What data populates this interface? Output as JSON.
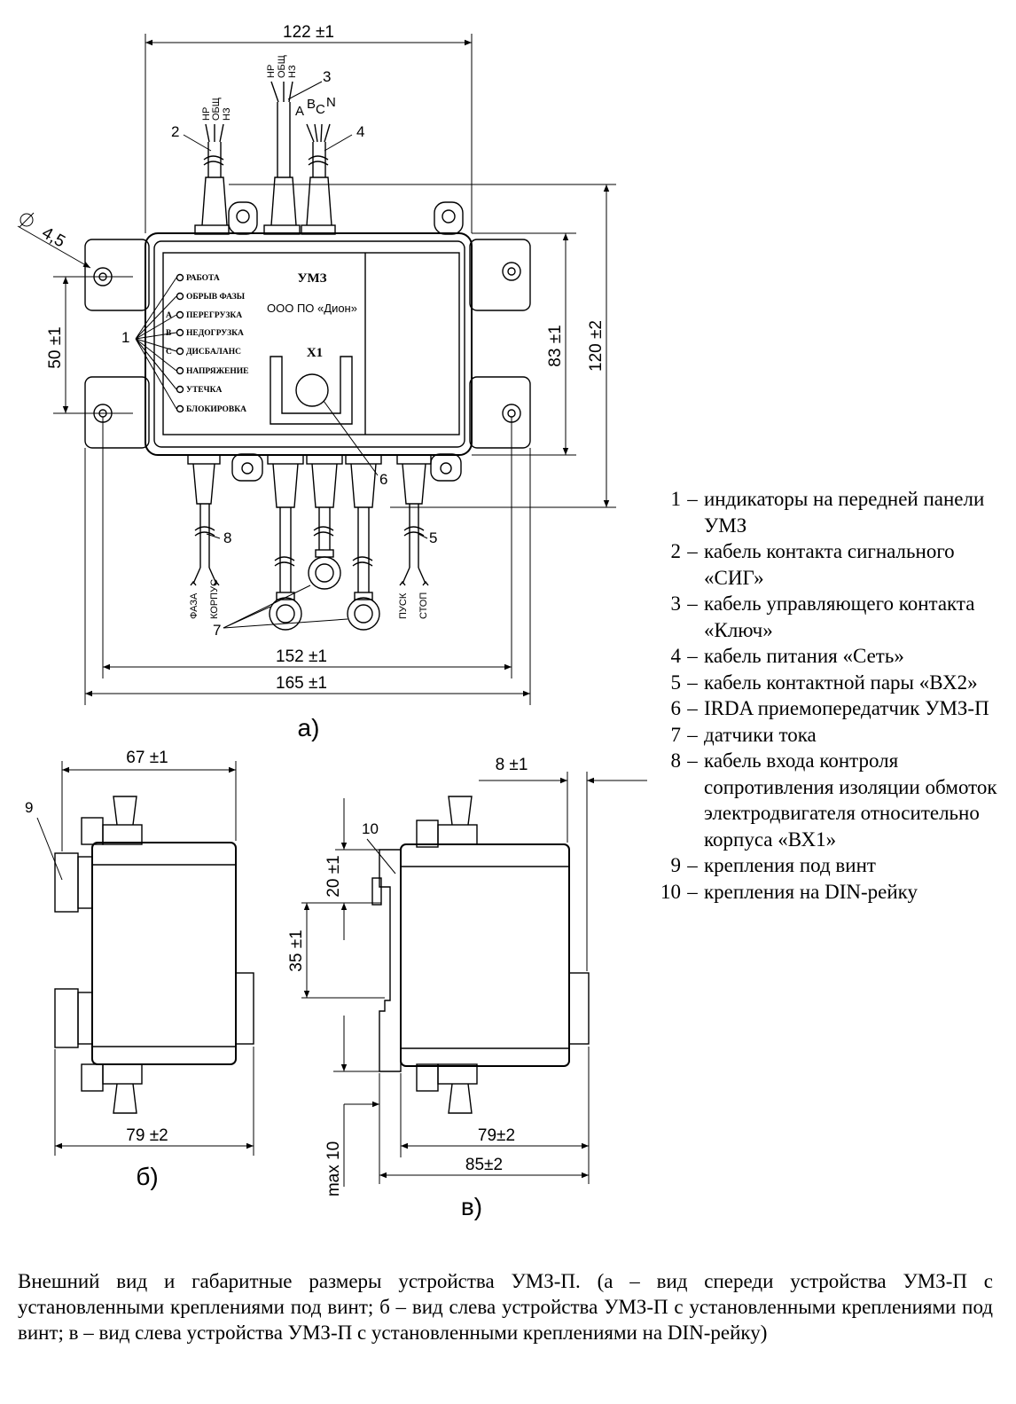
{
  "device": {
    "model": "УМЗ",
    "maker": "ООО ПО «Дион»",
    "connector": "X1"
  },
  "indicators": [
    "РАБОТА",
    "ОБРЫВ ФАЗЫ",
    "ПЕРЕГРУЗКА",
    "НЕДОГРУЗКА",
    "ДИСБАЛАНС",
    "НАПРЯЖЕНИЕ",
    "УТЕЧКА",
    "БЛОКИРОВКА"
  ],
  "phase_marks": [
    "A",
    "B",
    "C"
  ],
  "wire_labels": {
    "sig": [
      "НР",
      "ОБЩ",
      "НЗ"
    ],
    "key": [
      "НР",
      "ОБЩ",
      "НЗ"
    ],
    "power": [
      "A",
      "B",
      "C",
      "N"
    ],
    "vx1": [
      "ФАЗА",
      "КОРПУС"
    ],
    "vx2": [
      "ПУСК",
      "СТОП"
    ]
  },
  "dimensions": {
    "top_width": "122 ±1",
    "hole_dia": "4,5",
    "hole_spacing": "50 ±1",
    "inner_width": "152 ±1",
    "total_width": "165 ±1",
    "body_height": "83 ±1",
    "total_height": "120 ±2",
    "side_b_top": "67 ±1",
    "side_b_bottom": "79 ±2",
    "side_v_offset": "8 ±1",
    "side_v_20": "20 ±1",
    "side_v_35": "35 ±1",
    "side_v_max": "max 10",
    "side_v_79": "79±2",
    "side_v_85": "85±2"
  },
  "callouts": [
    "1",
    "2",
    "3",
    "4",
    "5",
    "6",
    "7",
    "8",
    "9",
    "10"
  ],
  "view_labels": {
    "a": "а)",
    "b": "б)",
    "v": "в)"
  },
  "legend": [
    {
      "num": "1",
      "text": "индикаторы на передней панели УМЗ"
    },
    {
      "num": "2",
      "text": "кабель контакта сигнального «СИГ»"
    },
    {
      "num": "3",
      "text": "кабель управляющего контакта «Ключ»"
    },
    {
      "num": "4",
      "text": "кабель питания «Сеть»"
    },
    {
      "num": "5",
      "text": "кабель контактной пары «ВХ2»"
    },
    {
      "num": "6",
      "text": "IRDA приемопередатчик УМЗ-П"
    },
    {
      "num": "7",
      "text": "датчики тока"
    },
    {
      "num": "8",
      "text": "кабель входа контроля сопротивления изоляции обмоток электродвигателя относительно корпуса «ВХ1»"
    },
    {
      "num": "9",
      "text": "крепления под винт"
    },
    {
      "num": "10",
      "text": "крепления на DIN-рейку"
    }
  ],
  "caption": "Внешний вид и габаритные размеры устройства УМЗ-П. (а – вид спереди устройства УМЗ-П с установленными креплениями под винт; б – вид слева устройства УМЗ-П с установленными креплениями под винт; в – вид слева устройства УМЗ-П с установленными креплениями на DIN-рейку)"
}
